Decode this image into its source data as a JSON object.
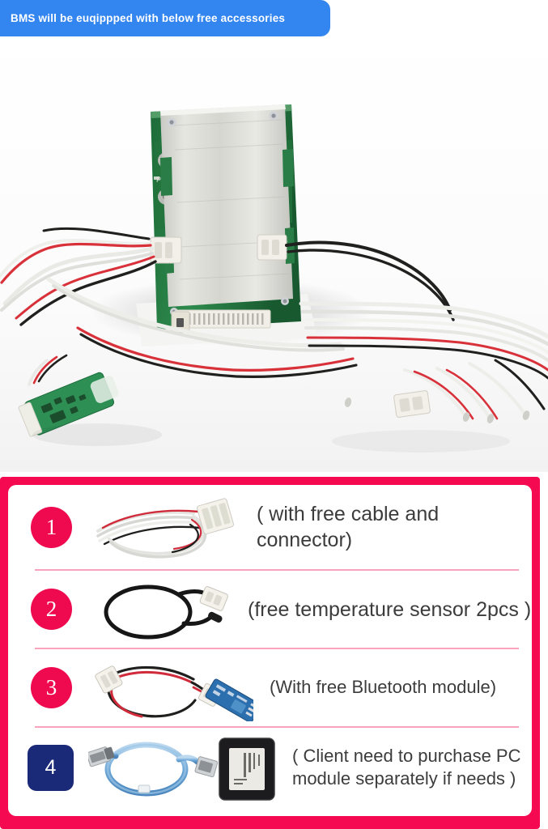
{
  "banner": {
    "text": "BMS will be euqippped with below free accessories",
    "background_color": "#3385f0",
    "text_color": "#ffffff"
  },
  "hero": {
    "alt": "BMS protection board with aluminum heatsink, balance cable harness, temperature sensors and bluetooth module laid out on white background",
    "caption": ""
  },
  "accessories": {
    "frame_color": "#f50a51",
    "divider_color": "#f9a3bc",
    "items": [
      {
        "number": "1",
        "badge_shape": "circle",
        "badge_color": "#ef0a50",
        "text": "( with free cable and connector)",
        "image_name": "balance-cable-connector-photo"
      },
      {
        "number": "2",
        "badge_shape": "circle",
        "badge_color": "#ef0a50",
        "text": "(free temperature sensor 2pcs )",
        "image_name": "temperature-sensor-photo"
      },
      {
        "number": "3",
        "badge_shape": "circle",
        "badge_color": "#ef0a50",
        "text": "(With free Bluetooth module)",
        "image_name": "bluetooth-module-photo"
      },
      {
        "number": "4",
        "badge_shape": "square",
        "badge_color": "#1b2a78",
        "text": "( Client need to purchase PC\nmodule separately if needs )",
        "image_name": "usb-cable-and-pc-module-photo"
      }
    ]
  }
}
